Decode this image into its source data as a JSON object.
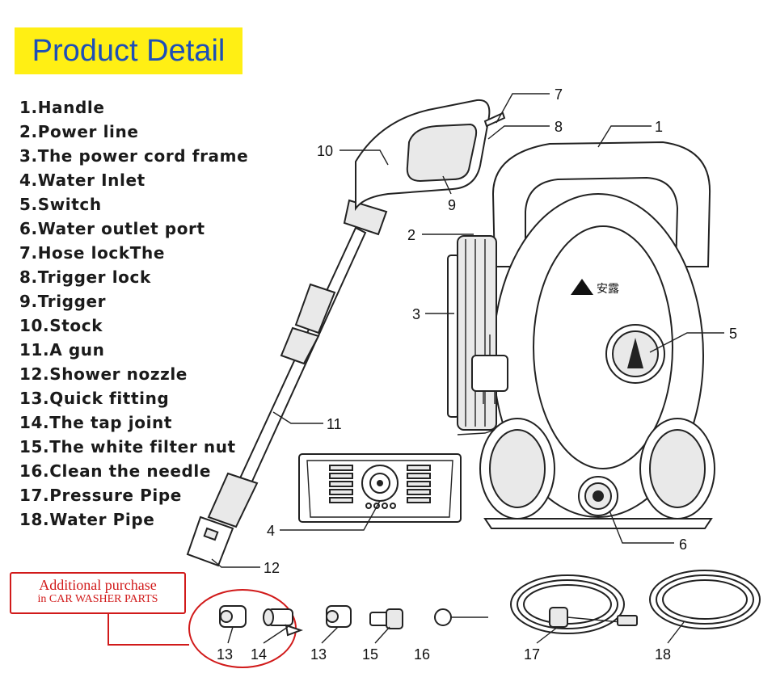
{
  "title": "Product Detail",
  "parts": [
    "1.Handle",
    "2.Power line",
    "3.The power cord frame",
    "4.Water Inlet",
    "5.Switch",
    "6.Water outlet port",
    "7.Hose lockThe",
    "8.Trigger lock",
    "9.Trigger",
    "10.Stock",
    "11.A gun",
    "12.Shower nozzle",
    "13.Quick fitting",
    "14.The tap joint",
    "15.The white filter nut",
    "16.Clean the needle",
    "17.Pressure Pipe",
    "18.Water Pipe"
  ],
  "purchase": {
    "line1": "Additional purchase",
    "line2": "in CAR WASHER PARTS"
  },
  "callouts": [
    "1",
    "2",
    "3",
    "4",
    "5",
    "6",
    "7",
    "8",
    "9",
    "10",
    "11",
    "12",
    "13",
    "14",
    "13",
    "15",
    "16",
    "17",
    "18"
  ],
  "colors": {
    "banner": "#ffef14",
    "title_text": "#1d4fb8",
    "accent_red": "#d11a1a"
  }
}
